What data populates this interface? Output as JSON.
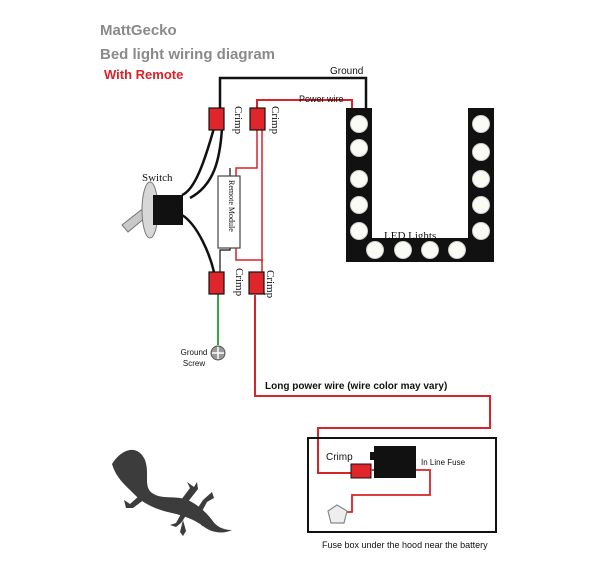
{
  "header": {
    "brand": "MattGecko",
    "title": "Bed light wiring diagram",
    "subtitle": "With Remote"
  },
  "labels": {
    "ground": "Ground",
    "power_wire": "Power wire",
    "crimp": "Crimp",
    "switch": "Switch",
    "remote_module": "Remote Module",
    "led_lights": "LED Lights",
    "ground_screw": "Ground Screw",
    "long_power_wire": "Long power wire (wire color may vary)",
    "in_line_fuse": "In Line Fuse",
    "fuse_box": "Fuse box under the hood near the battery"
  },
  "colors": {
    "title_gray": "#8a8a8a",
    "accent_red": "#d8232a",
    "crimp_red": "#e0262b",
    "ground_green": "#3aa34a",
    "wire_black": "#111111"
  },
  "icons": [
    "gecko-icon",
    "switch-icon",
    "ground-screw-icon",
    "battery-terminal-icon"
  ]
}
